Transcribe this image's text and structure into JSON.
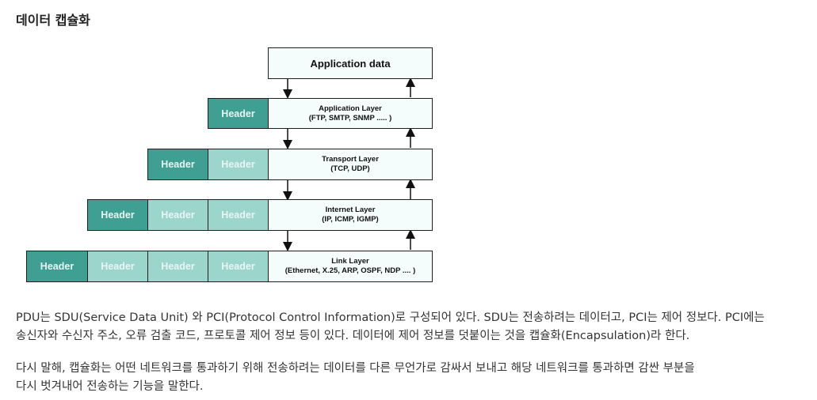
{
  "title": "데이터 캡슐화",
  "diagram": {
    "application_data": "Application data",
    "header_label": "Header",
    "layers": [
      {
        "name": "Application Layer",
        "protocols": "(FTP, SMTP, SNMP ..... )"
      },
      {
        "name": "Transport Layer",
        "protocols": "(TCP, UDP)"
      },
      {
        "name": "Internet Layer",
        "protocols": "(IP, ICMP, IGMP)"
      },
      {
        "name": "Link Layer",
        "protocols": "(Ethernet, X.25, ARP, OSPF, NDP .... )"
      }
    ]
  },
  "paragraphs": {
    "p1_line1": "PDU는 SDU(Service Data Unit) 와 PCI(Protocol Control Information)로 구성되어 있다. SDU는 전송하려는 데이터고, PCI는 제어 정보다. PCI에는",
    "p1_line2": "송신자와 수신자 주소, 오류 검출 코드, 프로토콜 제어 정보 등이 있다. 데이터에 제어 정보를 덧붙이는 것을 캡슐화(Encapsulation)라 한다.",
    "p2_line1": "다시 말해, 캡슐화는 어떤 네트워크를 통과하기 위해 전송하려는 데이터를 다른 무언가로 감싸서 보내고 해당 네트워크를 통과하면 감싼 부분을",
    "p2_line2": "다시 벗겨내어 전송하는 기능을 말한다."
  },
  "colors": {
    "header_dark": "#3f9f92",
    "header_light": "#9bd5cc",
    "layer_fill": "#f5fcfc"
  }
}
